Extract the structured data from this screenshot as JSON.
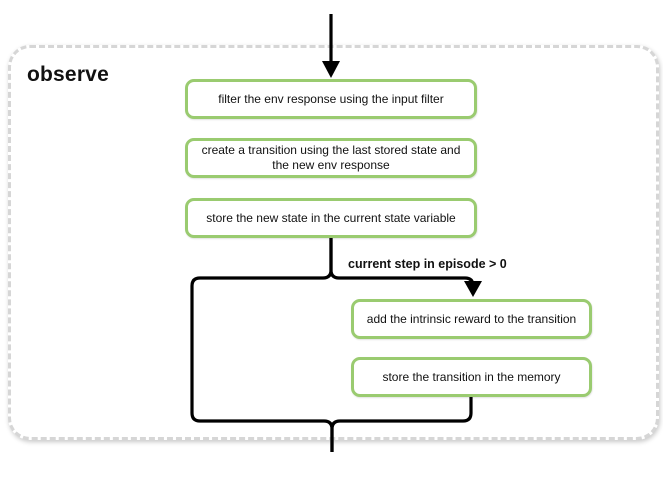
{
  "diagram": {
    "title": "observe",
    "branch_label": "current step in episode > 0",
    "nodes": [
      {
        "id": "filter-env-response",
        "label": "filter the env response using the input filter"
      },
      {
        "id": "create-transition",
        "label": "create a transition using the last stored state and the new env response"
      },
      {
        "id": "store-new-state",
        "label": "store the new state in the current state variable"
      },
      {
        "id": "add-intrinsic-reward",
        "label": "add the intrinsic reward to the transition"
      },
      {
        "id": "store-transition",
        "label": "store the transition in the memory"
      }
    ],
    "theme": {
      "node_border": "#9acb70",
      "line_color": "#000000",
      "dash_color": "#d6d6d6",
      "text_color": "#111111",
      "card_bg": "#ffffff",
      "page_bg": "#ffffff"
    }
  }
}
